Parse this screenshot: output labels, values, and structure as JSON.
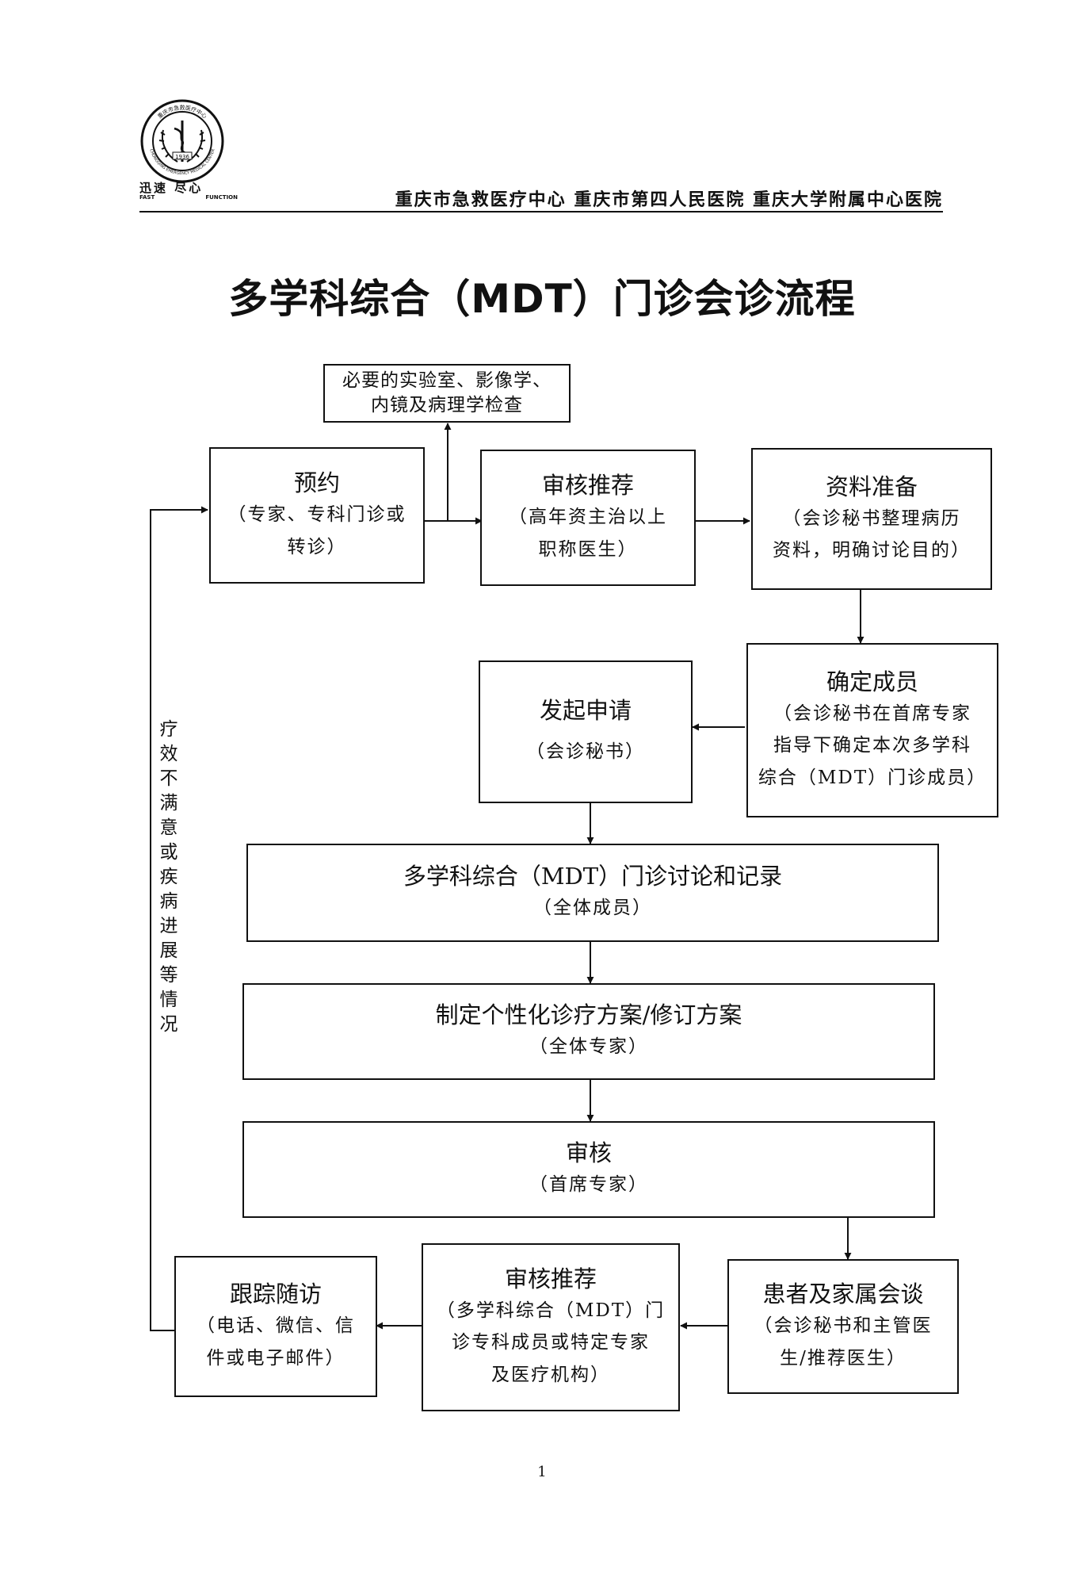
{
  "header": {
    "logo_ring_text": "重庆市急救医疗中心",
    "logo_year": "1936",
    "logo_ring_text_en": "CHONGQING EMERGENCY MEDICAL CENTER",
    "slogan_cn": "迅速 尽心",
    "slogan_en_left": "FAST",
    "slogan_en_right": "FUNCTION",
    "organizations": "重庆市急救医疗中心 重庆市第四人民医院 重庆大学附属中心医院"
  },
  "title": "多学科综合（MDT）门诊会诊流程",
  "nodes": {
    "exams": {
      "title": "必要的实验室、影像学、\n内镜及病理学检查",
      "sub": ""
    },
    "appointment": {
      "title": "预约",
      "sub": "（专家、专科门诊或\n转诊）"
    },
    "review1": {
      "title": "审核推荐",
      "sub": "（高年资主治以上\n职称医生）"
    },
    "materials": {
      "title": "资料准备",
      "sub": "（会诊秘书整理病历\n资料，明确讨论目的）"
    },
    "members": {
      "title": "确定成员",
      "sub": "（会诊秘书在首席专家\n指导下确定本次多学科\n综合（MDT）门诊成员）"
    },
    "apply": {
      "title": "发起申请",
      "sub": "（会诊秘书）"
    },
    "discussion": {
      "title": "多学科综合（MDT）门诊讨论和记录",
      "sub": "（全体成员）"
    },
    "plan": {
      "title": "制定个性化诊疗方案/修订方案",
      "sub": "（全体专家）"
    },
    "audit": {
      "title": "审核",
      "sub": "（首席专家）"
    },
    "talk": {
      "title": "患者及家属会谈",
      "sub": "（会诊秘书和主管医\n生/推荐医生）"
    },
    "review2": {
      "title": "审核推荐",
      "sub": "（多学科综合（MDT）门\n诊专科成员或特定专家\n及医疗机构）"
    },
    "followup": {
      "title": "跟踪随访",
      "sub": "（电话、微信、信\n件或电子邮件）"
    }
  },
  "loop_label": "疗效不满意或疾病进展等情况",
  "page_number": "1"
}
